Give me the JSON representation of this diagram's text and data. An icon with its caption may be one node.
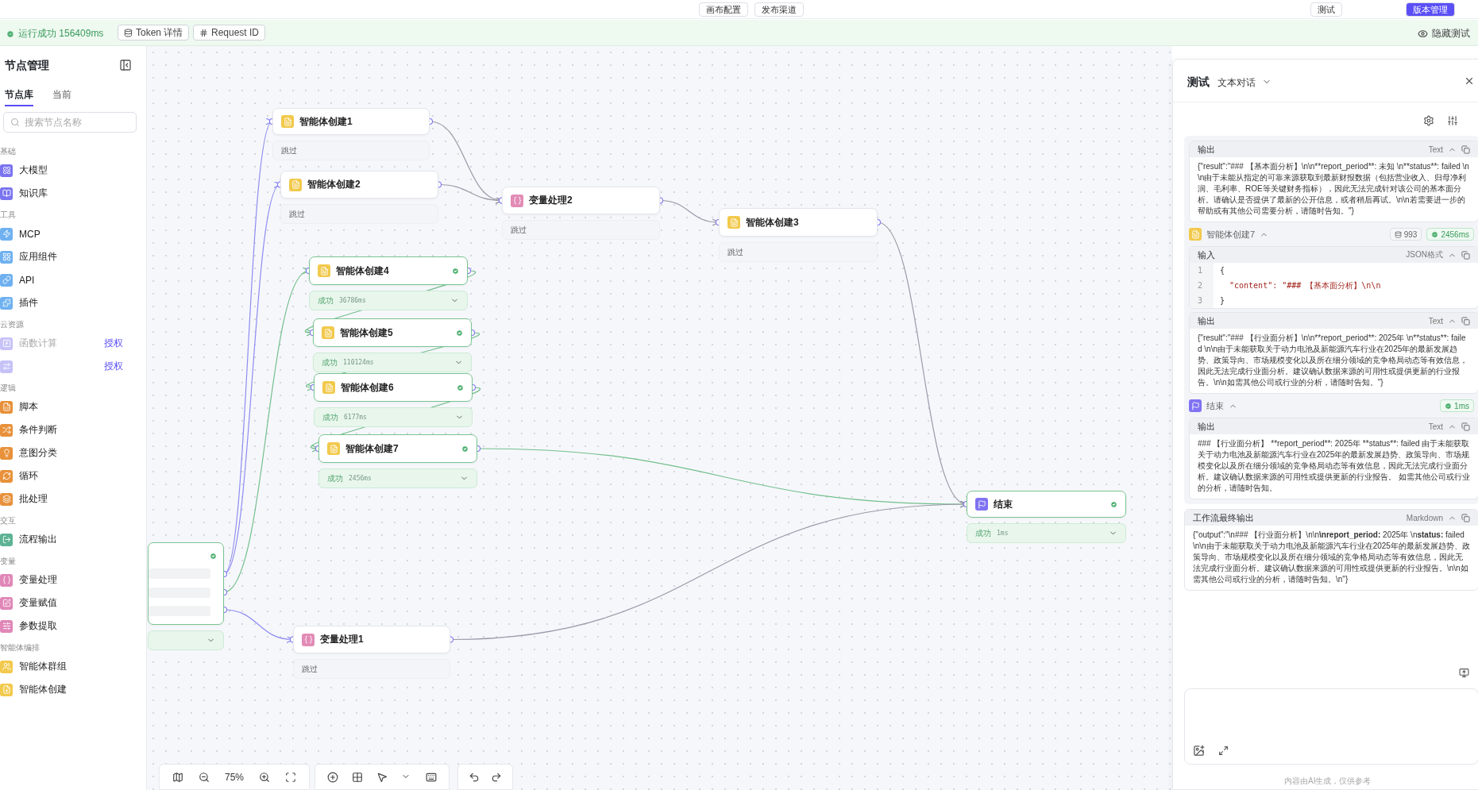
{
  "diagram": {
    "nodes": [
      {
        "text": [
          "智能体创建1"
        ],
        "beside": [
          "跳过"
        ]
      },
      {
        "text": [
          "智能体创建2"
        ],
        "beside": [
          "跳过"
        ]
      },
      {
        "text": [
          "变量处理2"
        ],
        "beside": [
          "跳过"
        ]
      },
      {
        "text": [
          "智能体创建3"
        ],
        "beside": [
          "跳过"
        ]
      },
      {
        "text": [
          "智能体创建4"
        ],
        "beside": [
          "成功",
          "36786ms"
        ]
      },
      {
        "text": [
          "智能体创建5"
        ],
        "beside": [
          "成功",
          "110124ms"
        ]
      },
      {
        "text": [
          "智能体创建6"
        ],
        "beside": [
          "成功",
          "6177ms"
        ]
      },
      {
        "text": [
          "智能体创建7"
        ],
        "beside": [
          "成功",
          "2456ms"
        ]
      },
      {
        "text": [
          "结束"
        ],
        "beside": [
          "成功",
          "1ms"
        ]
      },
      {
        "text": [
          "变量处理1"
        ],
        "beside": [
          "跳过"
        ]
      },
      {
        "text": [],
        "shape": "box"
      }
    ],
    "edges": [
      {
        "from": 10,
        "to": 0,
        "arrow": "to",
        "color": "#8e8cf0"
      },
      {
        "from": 10,
        "to": 1,
        "arrow": "to",
        "color": "#8e8cf0"
      },
      {
        "from": 10,
        "to": 4,
        "arrow": "to",
        "color": "#72bf8c"
      },
      {
        "from": 10,
        "to": 9,
        "arrow": "to",
        "color": "#8e8cf0"
      },
      {
        "from": 0,
        "to": 2,
        "arrow": "to",
        "color": "#9a99a8"
      },
      {
        "from": 1,
        "to": 2,
        "arrow": "to",
        "color": "#9a99a8"
      },
      {
        "from": 2,
        "to": 3,
        "arrow": "to",
        "color": "#9a99a8"
      },
      {
        "from": 4,
        "to": 5,
        "arrow": "to",
        "color": "#72bf8c"
      },
      {
        "from": 5,
        "to": 6,
        "arrow": "to",
        "color": "#72bf8c"
      },
      {
        "from": 6,
        "to": 7,
        "arrow": "to",
        "color": "#72bf8c"
      },
      {
        "from": 7,
        "to": 8,
        "arrow": "to",
        "color": "#72bf8c"
      },
      {
        "from": 3,
        "to": 8,
        "arrow": "to",
        "color": "#9a99a8"
      },
      {
        "from": 9,
        "to": 8,
        "arrow": "to",
        "color": "#9a99a8"
      }
    ],
    "labels": [
      "画布配置",
      "发布渠道",
      "测试",
      "版本管理",
      "运行成功 156409ms",
      "Token 详情",
      "Request ID",
      "隐藏测试",
      "节点管理",
      "节点库",
      "当前",
      "搜索节点名称",
      "基础",
      "大模型",
      "知识库",
      "工具",
      "MCP",
      "应用组件",
      "API",
      "插件",
      "云资源",
      "函数计算",
      "授权",
      "授权",
      "逻辑",
      "脚本",
      "条件判断",
      "意图分类",
      "循环",
      "批处理",
      "交互",
      "流程输出",
      "变量",
      "变量处理",
      "变量赋值",
      "参数提取",
      "智能体编排",
      "智能体群组",
      "智能体创建",
      "75%",
      "测试",
      "文本对话",
      "输出",
      "Text",
      "{\"result\":\"### 【基本面分析】\\n\\n**report_period**: 未知 \\n**status**: failed \\n\\n由于未能从指定的可靠来源获取到最新财报数据（包括营业收入、归母净利润、毛利率、ROE等关键财务指标），因此无法完成针对该公司的基本面分析。请确认是否提供了最新的公开信息，或者稍后再试。\\n\\n若需要进一步的帮助或有其他公司需要分析，请随时告知。\"}",
      "智能体创建7",
      "993",
      "2456ms",
      "输入",
      "JSON格式",
      "1",
      "{",
      "2",
      "\"content\": \"### 【基本面分析】\\n\\n",
      "3",
      "}",
      "输出",
      "Text",
      "{\"result\":\"### 【行业面分析】\\n\\n**report_period**: 2025年 \\n**status**: failed \\n\\n由于未能获取关于动力电池及新能源汽车行业在2025年的最新发展趋势、政策导向、市场规模变化以及所在细分领域的竞争格局动态等有效信息，因此无法完成行业面分析。建议确认数据来源的可用性或提供更新的行业报告。\\n\\n如需其他公司或行业的分析，请随时告知。\"}",
      "结束",
      "1ms",
      "输出",
      "Text",
      "### 【行业面分析】 **report_period**: 2025年 **status**: failed 由于未能获取关于动力电池及新能源汽车行业在2025年的最新发展趋势、政策导向、市场规模变化以及所在细分领域的竞争格局动态等有效信息，因此无法完成行业面分析。建议确认数据来源的可用性或提供更新的行业报告。 如需其他公司或行业的分析，请随时告知。",
      "工作流最终输出",
      "Markdown",
      "{\"output\":\"\\n### 【行业面分析】\\n\\n**\\nreport_period:** 2025年 \\n**status:** failed \\n\\n由于未能获取关于动力电池及新能源汽车行业在2025年的最新发展趋势、政策导向、市场规模变化以及所在细分领域的竞争格局动态等有效信息，因此无法完成行业面分析。建议确认数据来源的可用性或提供更新的行业报告。\\n\\n如需其他公司或行业的分析，请随时告知。\\n\"}",
      "内容由AI生成，仅供参考"
    ]
  }
}
